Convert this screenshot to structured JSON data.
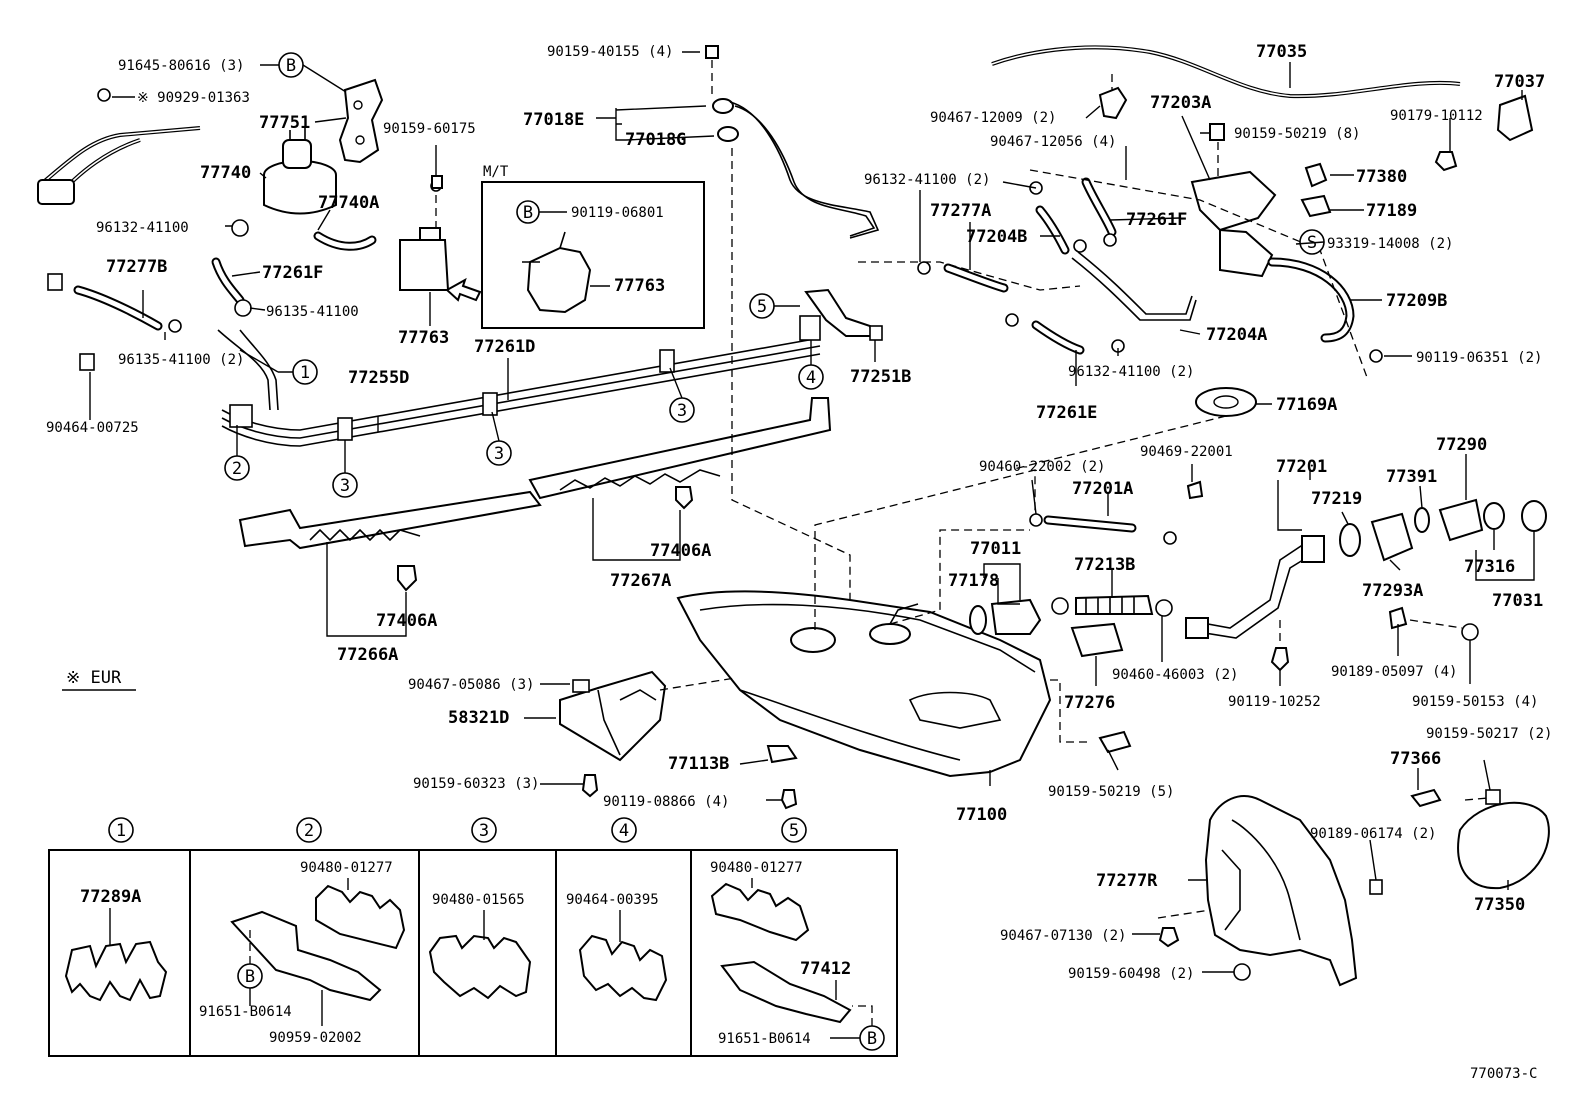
{
  "diagram_code": "770073-C",
  "legend_eur": "※ EUR",
  "legend_mt": "M/T",
  "labels": {
    "p91645": "91645-80616 (3)",
    "p90929": "※ 90929-01363",
    "p77751": "77751",
    "p77740": "77740",
    "p77740A": "77740A",
    "p96132a": "96132-41100",
    "p77261F_l": "77261F",
    "p96135a": "96135-41100",
    "p77763_l": "77763",
    "p90159_60175": "90159-60175",
    "p77277B": "77277B",
    "p96135b": "96135-41100 (2)",
    "p90464_725": "90464-00725",
    "p77255D": "77255D",
    "p77261D": "77261D",
    "p90159_40155": "90159-40155 (4)",
    "p77018E": "77018E",
    "p77018G": "77018G",
    "p90119_06801": "90119-06801",
    "p77763_mt": "77763",
    "p77251B": "77251B",
    "p77267A": "77267A",
    "p77406A_a": "77406A",
    "p77406A_b": "77406A",
    "p77266A": "77266A",
    "p90467_05086": "90467-05086 (3)",
    "p58321D": "58321D",
    "p90159_60323": "90159-60323 (3)",
    "p77113B": "77113B",
    "p90119_08866": "90119-08866 (4)",
    "p77035": "77035",
    "p77037": "77037",
    "p90179_10112": "90179-10112",
    "p90467_12009": "90467-12009 (2)",
    "p77203A": "77203A",
    "p90159_50219_8": "90159-50219 (8)",
    "p90467_12056": "90467-12056 (4)",
    "p96132b": "96132-41100 (2)",
    "p77277A": "77277A",
    "p77204B": "77204B",
    "p77261F_r": "77261F",
    "p77380": "77380",
    "p77189": "77189",
    "p93319": "93319-14008 (2)",
    "p77209B": "77209B",
    "p77204A": "77204A",
    "p96132c": "96132-41100 (2)",
    "p90119_06351": "90119-06351 (2)",
    "p77261E": "77261E",
    "p77169A": "77169A",
    "p90460_22002": "90460-22002 (2)",
    "p90469_22001": "90469-22001",
    "p77201A": "77201A",
    "p77201": "77201",
    "p77219": "77219",
    "p77391": "77391",
    "p77290": "77290",
    "p77011": "77011",
    "p77178": "77178",
    "p77213B": "77213B",
    "p77293A": "77293A",
    "p77316": "77316",
    "p77031": "77031",
    "p90460_46003": "90460-46003 (2)",
    "p77276": "77276",
    "p90119_10252": "90119-10252",
    "p90189_05097": "90189-05097 (4)",
    "p90159_50153": "90159-50153 (4)",
    "p90159_50219_5": "90159-50219 (5)",
    "p77100": "77100",
    "p90159_50217": "90159-50217 (2)",
    "p77366": "77366",
    "p90189_06174": "90189-06174 (2)",
    "p77277R": "77277R",
    "p77350": "77350",
    "p90467_07130": "90467-07130 (2)",
    "p90159_60498": "90159-60498 (2)"
  },
  "inset": {
    "s1_num": "1",
    "s1_part": "77289A",
    "s2_num": "2",
    "s2_a": "90480-01277",
    "s2_b": "91651-B0614",
    "s2_c": "90959-02002",
    "s3_num": "3",
    "s3_part": "90480-01565",
    "s4_num": "4",
    "s4_part": "90464-00395",
    "s5_num": "5",
    "s5_a": "90480-01277",
    "s5_b": "77412",
    "s5_c": "91651-B0614"
  },
  "callouts": {
    "c1": "1",
    "c2": "2",
    "c3": "3",
    "c4": "4",
    "c5": "5",
    "b": "B",
    "s": "S"
  }
}
